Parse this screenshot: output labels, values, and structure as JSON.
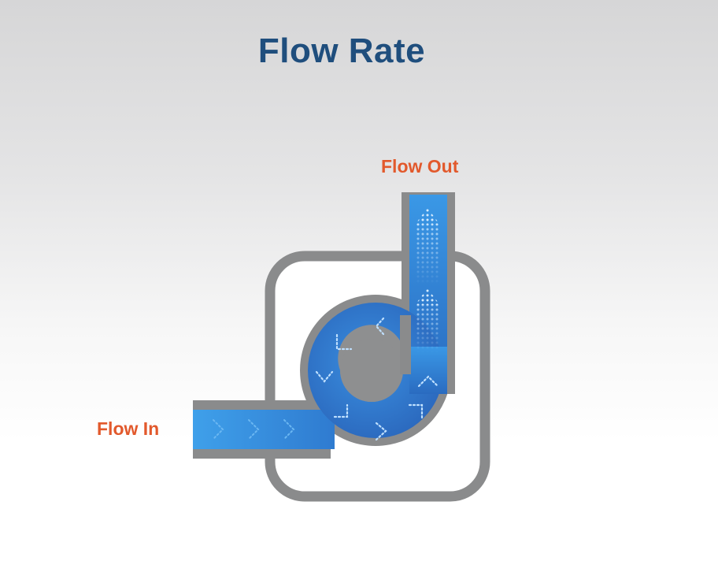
{
  "title": "Flow Rate",
  "labels": {
    "flow_out": "Flow Out",
    "flow_in": "Flow In"
  },
  "colors": {
    "title": "#1f4e7d",
    "label": "#e2592c",
    "pipe_outline": "#8a8b8c",
    "water_light": "#3a98e6",
    "water_dark": "#2c6fc4",
    "housing_fill": "#ffffff",
    "hub": "#8e8f90",
    "dots": "#cfe8ff"
  }
}
